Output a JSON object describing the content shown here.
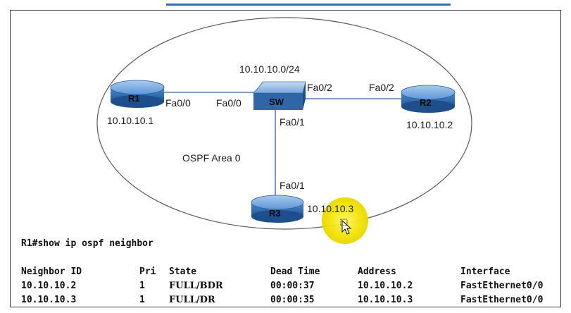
{
  "diagram": {
    "subnet": "10.10.10.0/24",
    "area": "OSPF Area 0",
    "devices": {
      "r1": {
        "name": "R1",
        "ip": "10.10.10.1"
      },
      "r2": {
        "name": "R2",
        "ip": "10.10.10.2"
      },
      "r3": {
        "name": "R3",
        "ip": "10.10.10.3"
      },
      "sw": {
        "name": "SW"
      }
    },
    "ports": {
      "r1_sw": "Fa0/0",
      "sw_r1": "Fa0/0",
      "sw_r2": "Fa0/2",
      "r2_sw": "Fa0/2",
      "sw_r3": "Fa0/1",
      "r3_sw": "Fa0/1"
    }
  },
  "terminal": {
    "command": "R1#show ip ospf neighbor",
    "headers": [
      "Neighbor ID",
      "Pri",
      "State",
      "Dead Time",
      "Address",
      "Interface"
    ],
    "rows": [
      [
        "10.10.10.2",
        "1",
        "FULL/BDR",
        "00:00:37",
        "10.10.10.2",
        "FastEthernet0/0"
      ],
      [
        "10.10.10.3",
        "1",
        "FULL/DR",
        "00:00:35",
        "10.10.10.3",
        "FastEthernet0/0"
      ]
    ]
  },
  "colors": {
    "router_body": "#2b6cb3",
    "router_top": "#6fa4dd",
    "switch_top": "#8fb8e6",
    "switch_front": "#2f66a8",
    "cursor_highlight": "#f5ea00",
    "link": "#5d7da6"
  }
}
